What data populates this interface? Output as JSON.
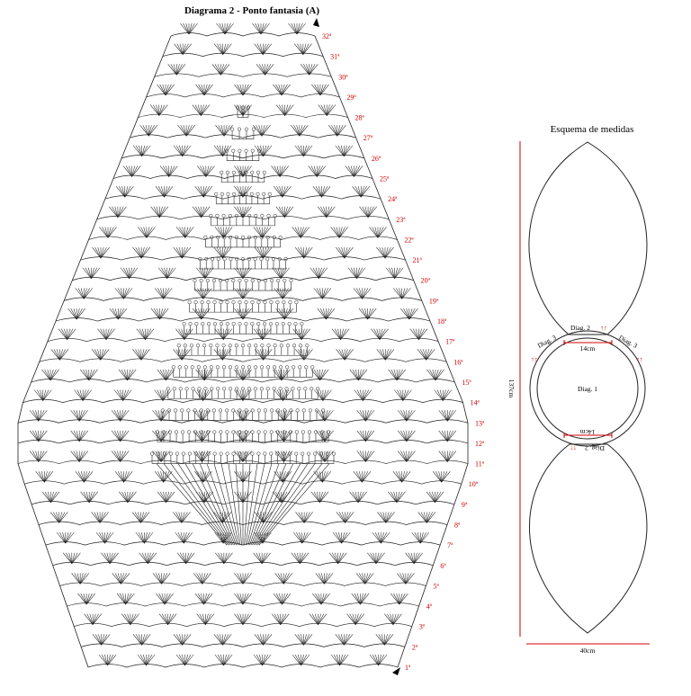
{
  "diagram": {
    "title": "Diagrama 2 - Ponto fantasia (A)",
    "row_labels": [
      "1ª",
      "2ª",
      "3ª",
      "4ª",
      "5ª",
      "6ª",
      "7ª",
      "8ª",
      "9ª",
      "10ª",
      "11ª",
      "12ª",
      "13ª",
      "14ª",
      "15ª",
      "16ª",
      "17ª",
      "18ª",
      "19ª",
      "20ª",
      "21ª",
      "22ª",
      "23ª",
      "24ª",
      "25ª",
      "26ª",
      "27ª",
      "28ª",
      "29ª",
      "30ª",
      "31ª",
      "32ª"
    ],
    "label_color": "#d40000",
    "line_color": "#222222"
  },
  "schema": {
    "title": "Esquema de medidas",
    "height_label": "137cm",
    "width_label": "40cm",
    "top_width_label": "14cm",
    "bottom_width_label": "14cm",
    "center_label": "Diag. 1",
    "top_label": "Diag. 2",
    "bottom_label": "Diag. 2",
    "left_label": "Diag. 3",
    "right_label": "Diag. 3",
    "arrows": "↑↑",
    "accent_color": "#d40000"
  }
}
